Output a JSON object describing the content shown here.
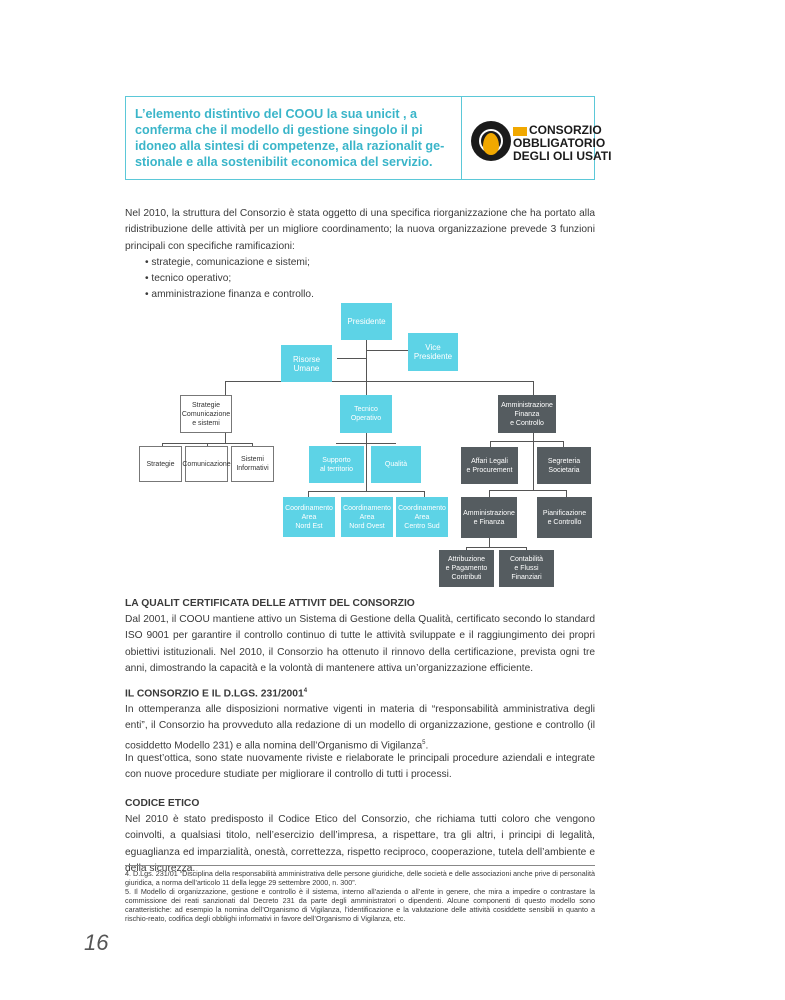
{
  "header": {
    "text": "L’elemento distintivo del COOU    la sua unicit   , a conferma che il modello di gestione singolo    il pi idoneo alla sintesi di competenze, alla razionalit   ge-stionale e alla sostenibilit    economica del servizio.",
    "logo_line1": "CONSORZIO",
    "logo_line2": "OBBLIGATORIO",
    "logo_line3": "DEGLI OLI USATI"
  },
  "intro": "Nel 2010, la struttura del Consorzio è stata oggetto di una specifica riorganizzazione che ha portato alla ridistribuzione delle attività per un migliore coordinamento; la nuova organizzazione prevede 3 funzioni principali con specifiche ramificazioni:",
  "bullets": [
    "• strategie, comunicazione e sistemi;",
    "• tecnico operativo;",
    "• amministrazione finanza e controllo."
  ],
  "org": {
    "presidente": "Presidente",
    "vice_presidente": "Vice\nPresidente",
    "risorse_umane": "Risorse\nUmane",
    "strategie_com": "Strategie\nComunicazione\ne sistemi",
    "tecnico": "Tecnico\nOperativo",
    "amministrazione": "Amministrazione\nFinanza\ne Controllo",
    "strategie": "Strategie",
    "comunicazione": "Comunicazione",
    "sistemi": "Sistemi\nInformativi",
    "supporto": "Supporto\nal territorio",
    "qualita": "Qualità",
    "coord_ne": "Coordinamento\nArea\nNord Est",
    "coord_no": "Coordinamento\nArea\nNord Ovest",
    "coord_cs": "Coordinamento\nArea\nCentro Sud",
    "affari": "Affari Legali\ne Procurement",
    "segreteria": "Segreteria\nSocietaria",
    "amm_fin": "Amministrazione\ne Finanza",
    "pianificazione": "Pianificazione\ne Controllo",
    "attribuzione": "Attribuzione\ne Pagamento\nContributi",
    "contabilita": "Contabilità\ne Flussi\nFinanziari"
  },
  "s1": {
    "title": "LA QUALIT    CERTIFICATA DELLE ATTIVIT    DEL CONSORZIO",
    "body": "Dal 2001, il COOU mantiene attivo un Sistema di Gestione della Qualità, certificato secondo lo standard ISO 9001 per garantire il controllo continuo di tutte le attività sviluppate e il raggiungimento dei propri obiettivi istituzionali. Nel 2010, il Consorzio ha ottenuto il rinnovo della certificazione, prevista ogni tre anni, dimostrando la capacità e la volontà di mantenere attiva un’organizzazione efficiente."
  },
  "s2": {
    "title": "IL CONSORZIO E IL D.LGS. 231/2001",
    "title_sup": "4",
    "body1a": "In ottemperanza alle disposizioni normative vigenti in materia di “responsabilità amministrativa degli enti”, il Consorzio ha provveduto alla redazione di un modello di organizzazione, gestione e controllo (il cosiddetto Modello 231) e  alla nomina dell’Organismo di Vigilanza",
    "body1_sup": "5",
    "body1b": ".",
    "body2": "In quest’ottica, sono state nuovamente riviste e rielaborate le principali procedure aziendali e integrate con nuove procedure studiate per migliorare il controllo di tutti i processi."
  },
  "s3": {
    "title": "CODICE ETICO",
    "body": "Nel 2010 è stato predisposto il Codice Etico del Consorzio, che richiama tutti coloro che vengono coinvolti, a qualsiasi titolo, nell’esercizio dell’impresa, a rispettare, tra gli altri, i principi di legalità, eguaglianza ed imparzialità, onestà, correttezza, rispetto reciproco, cooperazione, tutela dell’ambiente e della sicurezza."
  },
  "footnotes": [
    "4. D.Lgs. 231/01 “Disciplina della responsabilità amministrativa delle persone giuridiche, delle società e delle associazioni anche prive di personalità giuridica, a norma dell’articolo 11 della legge 29 settembre 2000, n. 300”.",
    "5. Il Modello di organizzazione, gestione e controllo è il sistema, interno all’azienda o all’ente in genere, che mira a impedire o contrastare la commissione dei reati sanzionati dal Decreto 231 da parte degli amministratori o dipendenti. Alcune componenti di questo modello sono caratteristiche: ad esempio la nomina dell’Organismo di Vigilanza, l’identificazione e la valutazione delle attività cosiddette sensibili in quanto a rischio-reato, codifica degli obblighi informativi in favore dell’Organismo di Vigilanza, etc."
  ],
  "page_number": "16"
}
